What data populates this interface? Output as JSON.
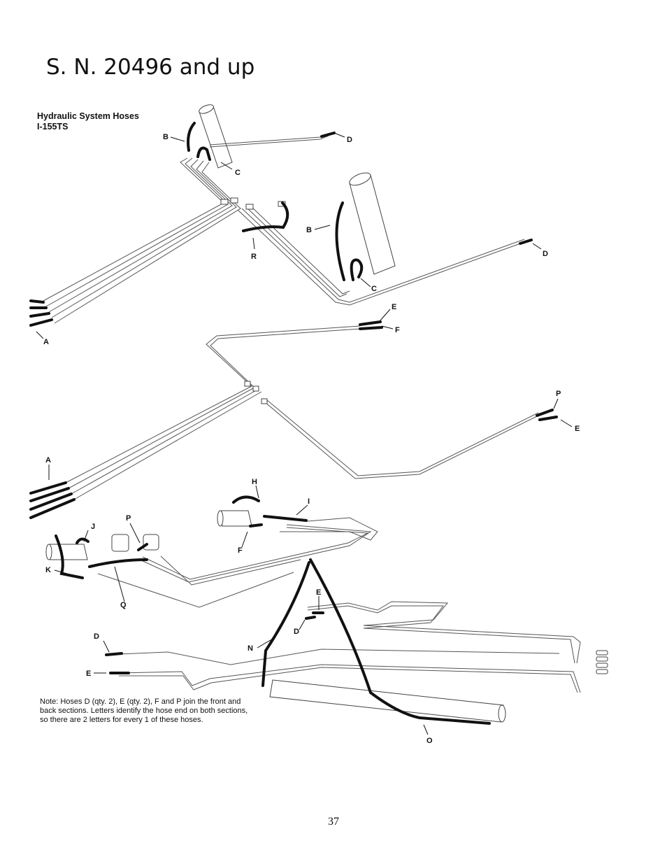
{
  "page": {
    "title": "S. N. 20496 and up",
    "page_number": "37"
  },
  "diagram": {
    "heading_line1": "Hydraulic System Hoses",
    "heading_line2": "I-155TS",
    "note": "Note: Hoses D (qty. 2), E (qty. 2), F and P join the front and back sections. Letters identify the hose end on both sections, so there are 2 letters for every 1 of these hoses.",
    "labels": {
      "A": "A",
      "B": "B",
      "C": "C",
      "D": "D",
      "E": "E",
      "F": "F",
      "H": "H",
      "I": "I",
      "J": "J",
      "K": "K",
      "N": "N",
      "O": "O",
      "P": "P",
      "Q": "Q",
      "R": "R"
    }
  }
}
